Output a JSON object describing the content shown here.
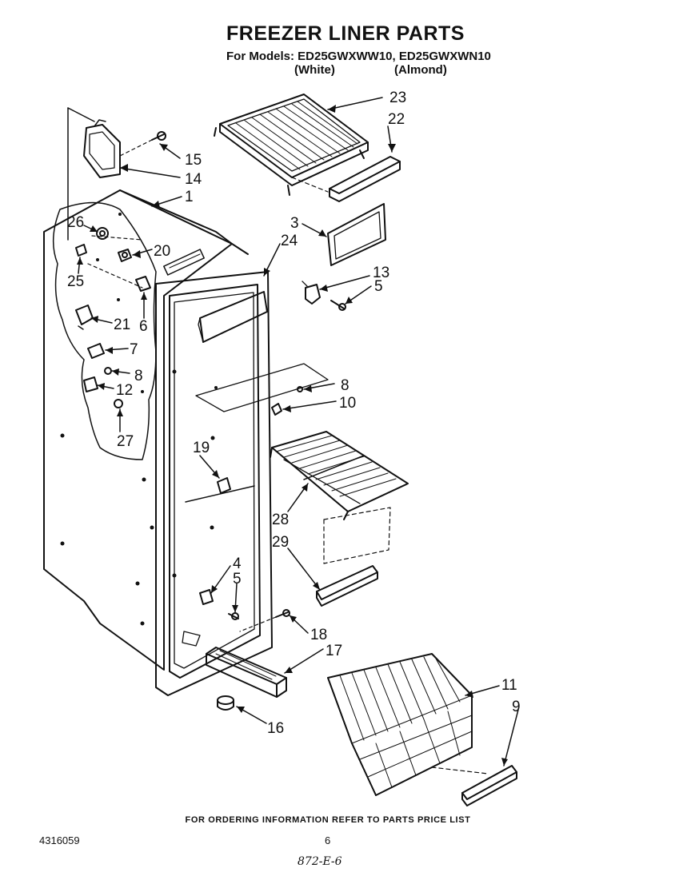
{
  "title": "FREEZER LINER PARTS",
  "models_line": "For Models: ED25GWXWW10, ED25GWXWN10",
  "variants": [
    "(White)",
    "(Almond)"
  ],
  "callouts": [
    "23",
    "22",
    "15",
    "14",
    "1",
    "3",
    "26",
    "20",
    "24",
    "25",
    "13",
    "5",
    "6",
    "21",
    "7",
    "8",
    "12",
    "8",
    "10",
    "27",
    "19",
    "28",
    "29",
    "4",
    "5",
    "18",
    "17",
    "11",
    "9",
    "16"
  ],
  "footer_note": "FOR ORDERING INFORMATION REFER TO PARTS PRICE LIST",
  "doc_number": "4316059",
  "page_number": "6",
  "handwritten_note": "872-E-6"
}
